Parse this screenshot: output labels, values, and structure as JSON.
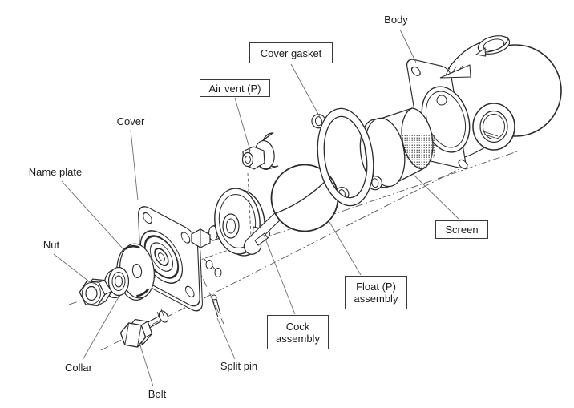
{
  "labels": {
    "body": "Body",
    "cover_gasket": "Cover gasket",
    "air_vent": "Air vent (P)",
    "cover": "Cover",
    "name_plate": "Name plate",
    "nut": "Nut",
    "collar": "Collar",
    "bolt": "Bolt",
    "split_pin": "Split pin",
    "cock_assembly": "Cock assembly",
    "float_assembly": "Float (P) assembly",
    "screen": "Screen"
  },
  "colors": {
    "background": "#ffffff",
    "line": "#2a2a2a",
    "leader": "#777777",
    "label_box_border": "#3a3a3a",
    "text": "#1c1c1c"
  }
}
